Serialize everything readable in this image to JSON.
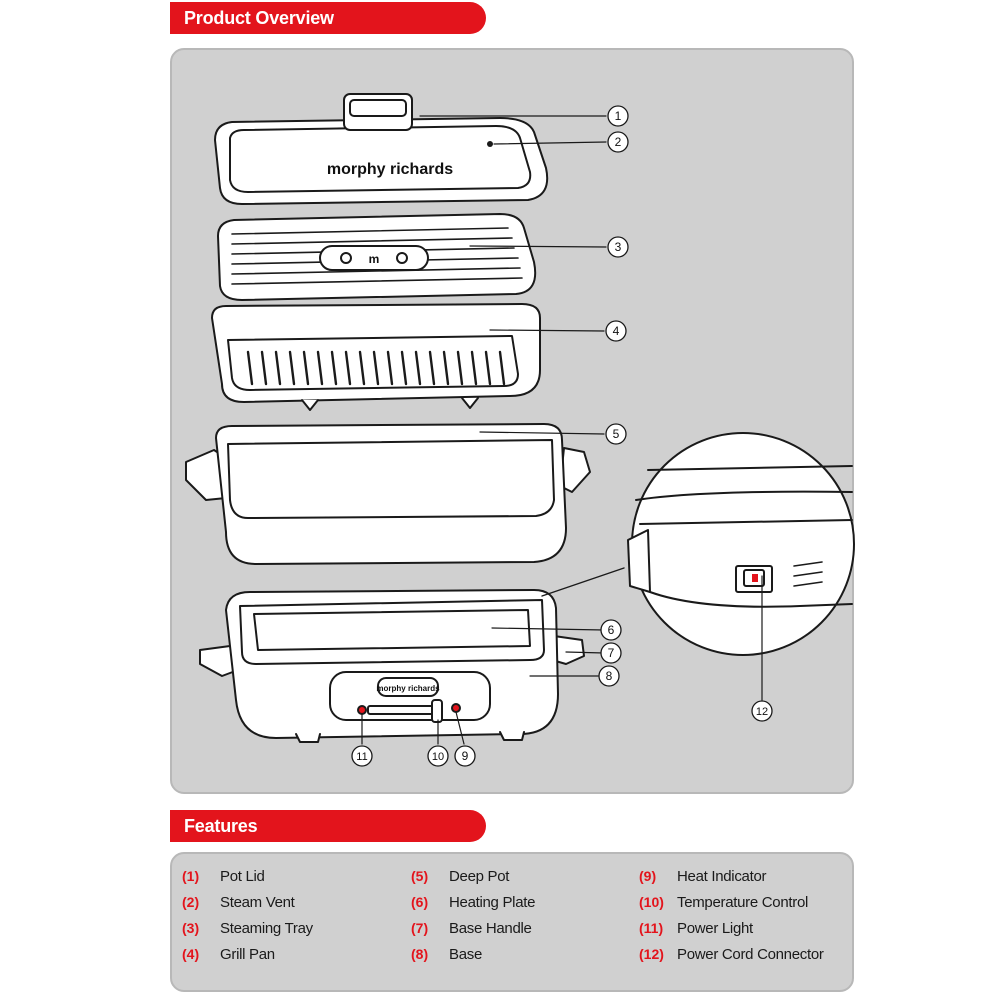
{
  "overview": {
    "title": "Product Overview",
    "brand_lid": "morphy richards",
    "brand_panel": "morphy richards",
    "callouts": [
      "1",
      "2",
      "3",
      "4",
      "5",
      "6",
      "7",
      "8",
      "9",
      "10",
      "11",
      "12"
    ]
  },
  "features": {
    "title": "Features",
    "items": [
      {
        "num": "(1)",
        "name": "Pot Lid"
      },
      {
        "num": "(2)",
        "name": "Steam Vent"
      },
      {
        "num": "(3)",
        "name": "Steaming Tray"
      },
      {
        "num": "(4)",
        "name": "Grill Pan"
      },
      {
        "num": "(5)",
        "name": "Deep Pot"
      },
      {
        "num": "(6)",
        "name": "Heating Plate"
      },
      {
        "num": "(7)",
        "name": "Base Handle"
      },
      {
        "num": "(8)",
        "name": "Base"
      },
      {
        "num": "(9)",
        "name": "Heat Indicator"
      },
      {
        "num": "(10)",
        "name": "Temperature Control"
      },
      {
        "num": "(11)",
        "name": "Power Light"
      },
      {
        "num": "(12)",
        "name": "Power Cord Connector"
      }
    ]
  },
  "colors": {
    "accent": "#e3141c",
    "panel": "#d0d0d0",
    "line": "#1a1a1a"
  }
}
